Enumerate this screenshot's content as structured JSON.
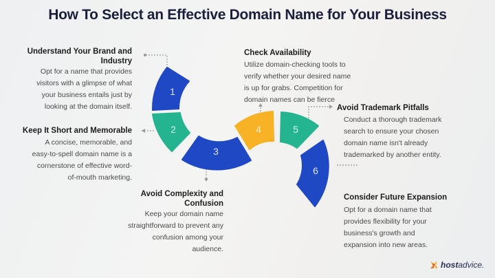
{
  "title": "How To Select an Effective Domain Name for Your Business",
  "steps": [
    {
      "number": "1",
      "heading": "Understand Your Brand and Industry",
      "heading_line1": "Understand Your Brand and",
      "heading_line2": "Industry",
      "body": [
        "Opt for a name that provides",
        "visitors with a glimpse of what",
        "your business entails just by",
        "looking at the domain itself."
      ],
      "color": "#1f48c4"
    },
    {
      "number": "2",
      "heading": "Keep It Short and Memorable",
      "body": [
        "A concise, memorable, and",
        "easy-to-spell domain name is a",
        "cornerstone of effective word-",
        "of-mouth marketing."
      ],
      "color": "#24b48f"
    },
    {
      "number": "3",
      "heading": "Avoid Complexity and Confusion",
      "heading_line1": "Avoid Complexity and",
      "heading_line2": "Confusion",
      "body": [
        "Keep your domain name",
        "straightforward to prevent any",
        "confusion among your",
        "audience."
      ],
      "color": "#1f48c4"
    },
    {
      "number": "4",
      "heading": "Check Availability",
      "body": [
        "Utilize domain-checking tools to",
        "verify whether your desired name",
        "is up for grabs. Competition for",
        "domain names can be fierce"
      ],
      "color": "#f7b225"
    },
    {
      "number": "5",
      "heading": "Avoid Trademark Pitfalls",
      "body": [
        "Conduct a thorough trademark",
        "search to ensure your chosen",
        "domain name isn't already",
        "trademarked by another entity."
      ],
      "color": "#24b48f"
    },
    {
      "number": "6",
      "heading": "Consider Future Expansion",
      "body": [
        "Opt for a domain name that",
        "provides flexibility for your",
        "business's growth and",
        "expansion into new areas."
      ],
      "color": "#1f48c4"
    }
  ],
  "brand": {
    "bold": "host",
    "regular": "advice."
  },
  "colors": {
    "blue": "#1f48c4",
    "green": "#24b48f",
    "yellow": "#f7b225",
    "title": "#1b1f3b"
  }
}
